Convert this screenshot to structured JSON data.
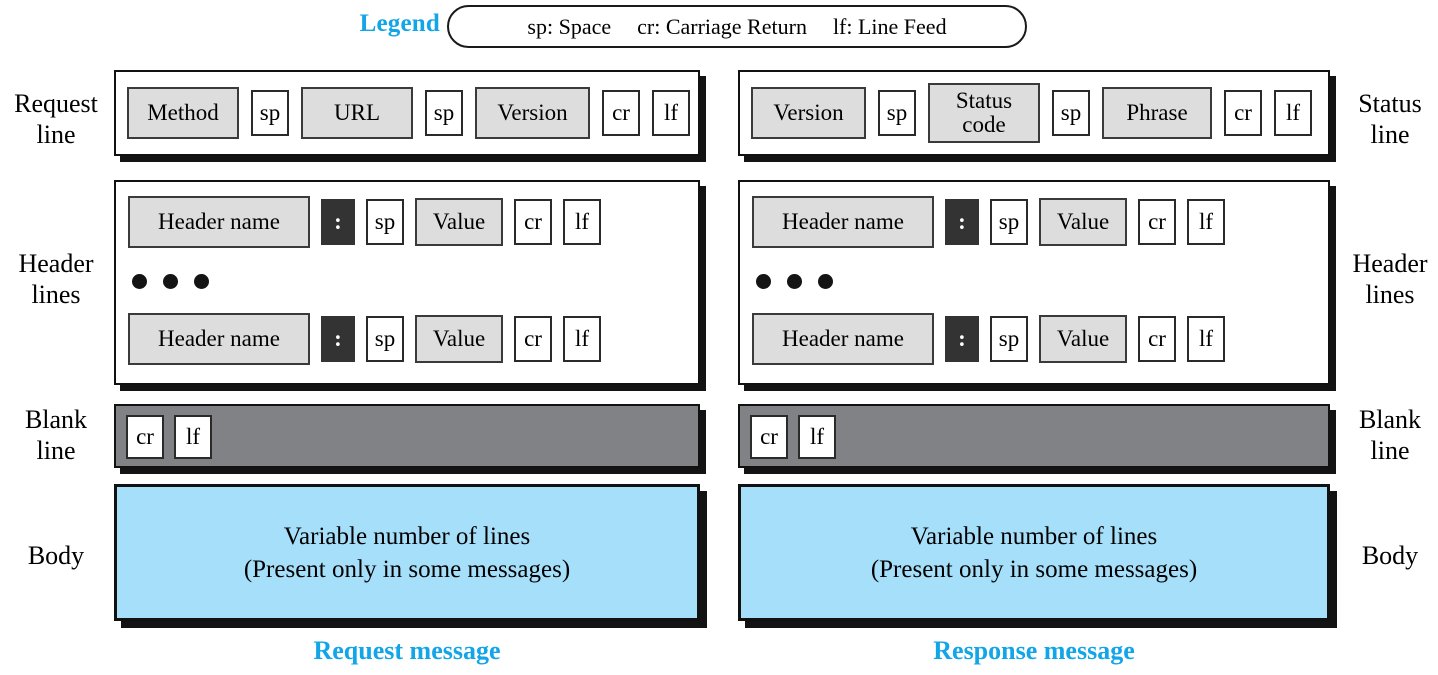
{
  "legend": {
    "title": "Legend",
    "entries": [
      "sp: Space",
      "cr: Carriage Return",
      "lf: Line Feed"
    ]
  },
  "labels": {
    "request_line": "Request\nline",
    "status_line": "Status\nline",
    "header_lines_left": "Header\nlines",
    "header_lines_right": "Header\nlines",
    "blank_line_left": "Blank\nline",
    "blank_line_right": "Blank\nline",
    "body_left": "Body",
    "body_right": "Body"
  },
  "request": {
    "caption": "Request message",
    "line": {
      "cells": [
        {
          "text": "Method",
          "style": "gray",
          "w": 112,
          "h": 52
        },
        {
          "text": "sp",
          "style": "plain",
          "w": 38,
          "h": 46
        },
        {
          "text": "URL",
          "style": "gray",
          "w": 112,
          "h": 52
        },
        {
          "text": "sp",
          "style": "plain",
          "w": 38,
          "h": 46
        },
        {
          "text": "Version",
          "style": "gray",
          "w": 115,
          "h": 52
        },
        {
          "text": "cr",
          "style": "plain",
          "w": 38,
          "h": 46
        },
        {
          "text": "lf",
          "style": "plain",
          "w": 38,
          "h": 46
        }
      ]
    },
    "header_rows": [
      {
        "cells": [
          {
            "text": "Header name",
            "style": "gray",
            "w": 182,
            "h": 52
          },
          {
            "text": ":",
            "style": "dark",
            "w": 34,
            "h": 46
          },
          {
            "text": "sp",
            "style": "plain",
            "w": 38,
            "h": 46
          },
          {
            "text": "Value",
            "style": "gray",
            "w": 88,
            "h": 48
          },
          {
            "text": "cr",
            "style": "plain",
            "w": 38,
            "h": 46
          },
          {
            "text": "lf",
            "style": "plain",
            "w": 38,
            "h": 46
          }
        ]
      },
      {
        "cells": [
          {
            "text": "Header name",
            "style": "gray",
            "w": 182,
            "h": 52
          },
          {
            "text": ":",
            "style": "dark",
            "w": 34,
            "h": 46
          },
          {
            "text": "sp",
            "style": "plain",
            "w": 38,
            "h": 46
          },
          {
            "text": "Value",
            "style": "gray",
            "w": 88,
            "h": 48
          },
          {
            "text": "cr",
            "style": "plain",
            "w": 38,
            "h": 46
          },
          {
            "text": "lf",
            "style": "plain",
            "w": 38,
            "h": 46
          }
        ]
      }
    ],
    "blank_line_cells": [
      {
        "text": "cr",
        "style": "plain",
        "w": 38,
        "h": 44
      },
      {
        "text": "lf",
        "style": "plain",
        "w": 38,
        "h": 44
      }
    ],
    "body": {
      "line1": "Variable number of lines",
      "line2": "(Present only in some messages)"
    }
  },
  "response": {
    "caption": "Response message",
    "line": {
      "cells": [
        {
          "text": "Version",
          "style": "gray",
          "w": 115,
          "h": 52
        },
        {
          "text": "sp",
          "style": "plain",
          "w": 38,
          "h": 46
        },
        {
          "text": "Status\ncode",
          "style": "gray",
          "w": 112,
          "h": 60
        },
        {
          "text": "sp",
          "style": "plain",
          "w": 38,
          "h": 46
        },
        {
          "text": "Phrase",
          "style": "gray",
          "w": 110,
          "h": 52
        },
        {
          "text": "cr",
          "style": "plain",
          "w": 38,
          "h": 46
        },
        {
          "text": "lf",
          "style": "plain",
          "w": 38,
          "h": 46
        }
      ]
    },
    "header_rows": [
      {
        "cells": [
          {
            "text": "Header name",
            "style": "gray",
            "w": 182,
            "h": 52
          },
          {
            "text": ":",
            "style": "dark",
            "w": 34,
            "h": 46
          },
          {
            "text": "sp",
            "style": "plain",
            "w": 38,
            "h": 46
          },
          {
            "text": "Value",
            "style": "gray",
            "w": 88,
            "h": 48
          },
          {
            "text": "cr",
            "style": "plain",
            "w": 38,
            "h": 46
          },
          {
            "text": "lf",
            "style": "plain",
            "w": 38,
            "h": 46
          }
        ]
      },
      {
        "cells": [
          {
            "text": "Header name",
            "style": "gray",
            "w": 182,
            "h": 52
          },
          {
            "text": ":",
            "style": "dark",
            "w": 34,
            "h": 46
          },
          {
            "text": "sp",
            "style": "plain",
            "w": 38,
            "h": 46
          },
          {
            "text": "Value",
            "style": "gray",
            "w": 88,
            "h": 48
          },
          {
            "text": "cr",
            "style": "plain",
            "w": 38,
            "h": 46
          },
          {
            "text": "lf",
            "style": "plain",
            "w": 38,
            "h": 46
          }
        ]
      }
    ],
    "blank_line_cells": [
      {
        "text": "cr",
        "style": "plain",
        "w": 38,
        "h": 44
      },
      {
        "text": "lf",
        "style": "plain",
        "w": 38,
        "h": 44
      }
    ],
    "body": {
      "line1": "Variable number of lines",
      "line2": "(Present only in some messages)"
    }
  },
  "colors": {
    "accent_cyan": "#12a5e8",
    "body_blue": "#a6dffa",
    "blank_gray": "#808285",
    "cell_gray": "#dddddd",
    "dark_cell": "#333333"
  }
}
